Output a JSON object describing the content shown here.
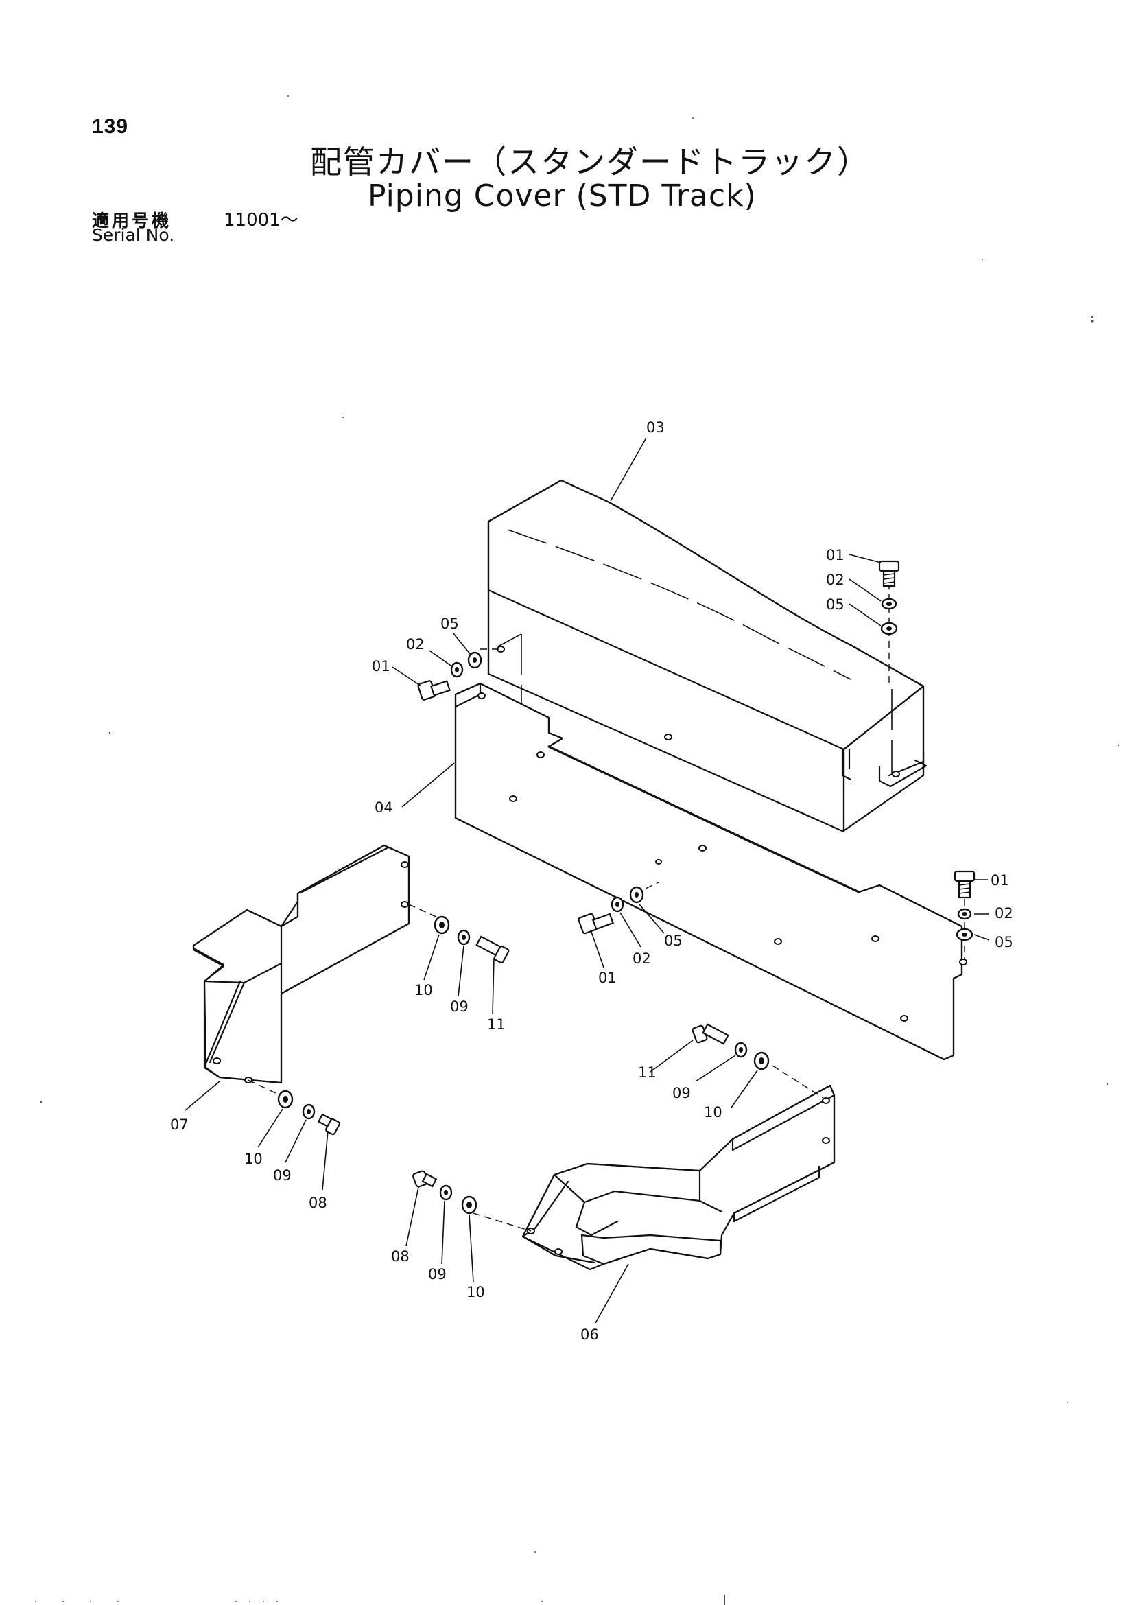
{
  "header": {
    "page_number": "139",
    "title_jp": "配管カバー（スタンダードトラック）",
    "title_en": "Piping Cover (STD Track)",
    "serial_label_jp": "適用号機",
    "serial_value": "11001～",
    "serial_label_en": "Serial No."
  },
  "callouts": {
    "c01_top": "01",
    "c02_top": "02",
    "c05_top": "05",
    "c03": "03",
    "c05_left": "05",
    "c02_left": "02",
    "c01_left": "01",
    "c04": "04",
    "c01_right": "01",
    "c02_right": "02",
    "c05_right": "05",
    "c01_mid": "01",
    "c02_mid": "02",
    "c05_mid": "05",
    "c10_a": "10",
    "c09_a": "09",
    "c11_a": "11",
    "c07": "07",
    "c10_b": "10",
    "c09_b": "09",
    "c08_b": "08",
    "c11_c": "11",
    "c09_c": "09",
    "c10_c": "10",
    "c08_d": "08",
    "c09_d": "09",
    "c10_d": "10",
    "c06": "06"
  }
}
